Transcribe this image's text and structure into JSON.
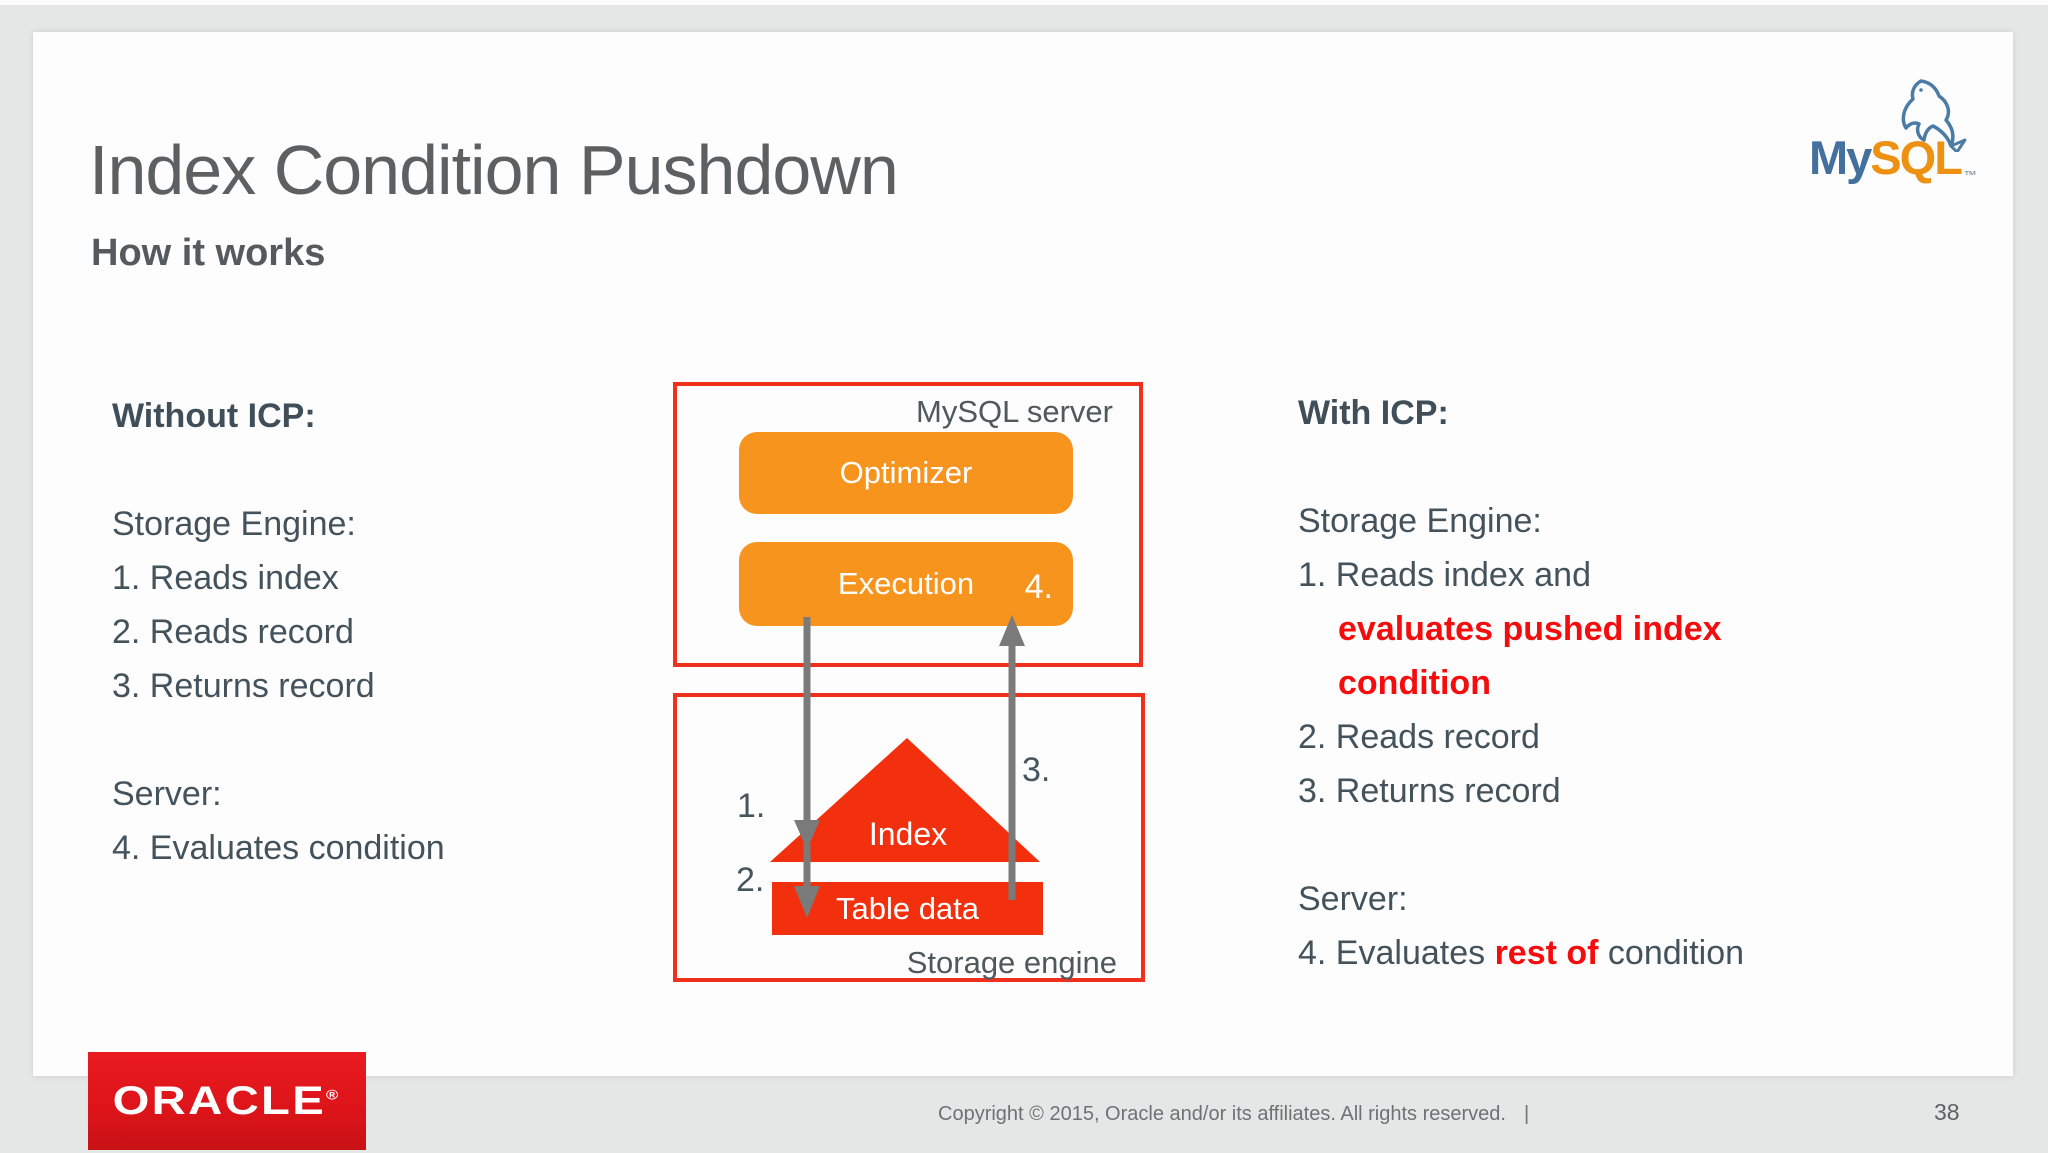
{
  "slide": {
    "title": "Index Condition Pushdown",
    "subtitle": "How it works"
  },
  "without_icp": {
    "heading": "Without ICP:",
    "storage_heading": "Storage Engine:",
    "steps": [
      "1. Reads index",
      "2. Reads record",
      "3. Returns record"
    ],
    "server_heading": "Server:",
    "server_step": "4. Evaluates condition"
  },
  "with_icp": {
    "heading": "With ICP:",
    "storage_heading": "Storage Engine:",
    "step1": "1. Reads index and",
    "step1_red_line1": "evaluates pushed index",
    "step1_red_line2": "condition",
    "step2": "2. Reads record",
    "step3": "3. Returns record",
    "server_heading": "Server:",
    "step4_prefix": "4. Evaluates ",
    "step4_red": "rest of",
    "step4_suffix": " condition"
  },
  "diagram": {
    "server_label": "MySQL server",
    "optimizer": "Optimizer",
    "execution": "Execution",
    "storage_label": "Storage engine",
    "index": "Index",
    "table_data": "Table data",
    "step1": "1.",
    "step2": "2.",
    "step3": "3.",
    "step4": "4."
  },
  "logos": {
    "mysql_my": "My",
    "mysql_sql": "SQL",
    "mysql_tm": "™",
    "oracle_text": "ORACLE",
    "oracle_reg": "®"
  },
  "footer": {
    "copyright": "Copyright © 2015, Oracle and/or its affiliates. All rights reserved.",
    "separator": "|",
    "page_number": "38"
  },
  "colors": {
    "accent_orange": "#f7941e",
    "accent_red": "#f2300e",
    "border_red": "#f0301c",
    "red_text": "#f50d0d",
    "arrow_gray": "#7a7a7a",
    "oracle_red": "#e2191d",
    "mysql_blue": "#44709d",
    "mysql_orange": "#ee9111",
    "body_text": "#44525c",
    "page_bg": "#e4e7e5"
  }
}
